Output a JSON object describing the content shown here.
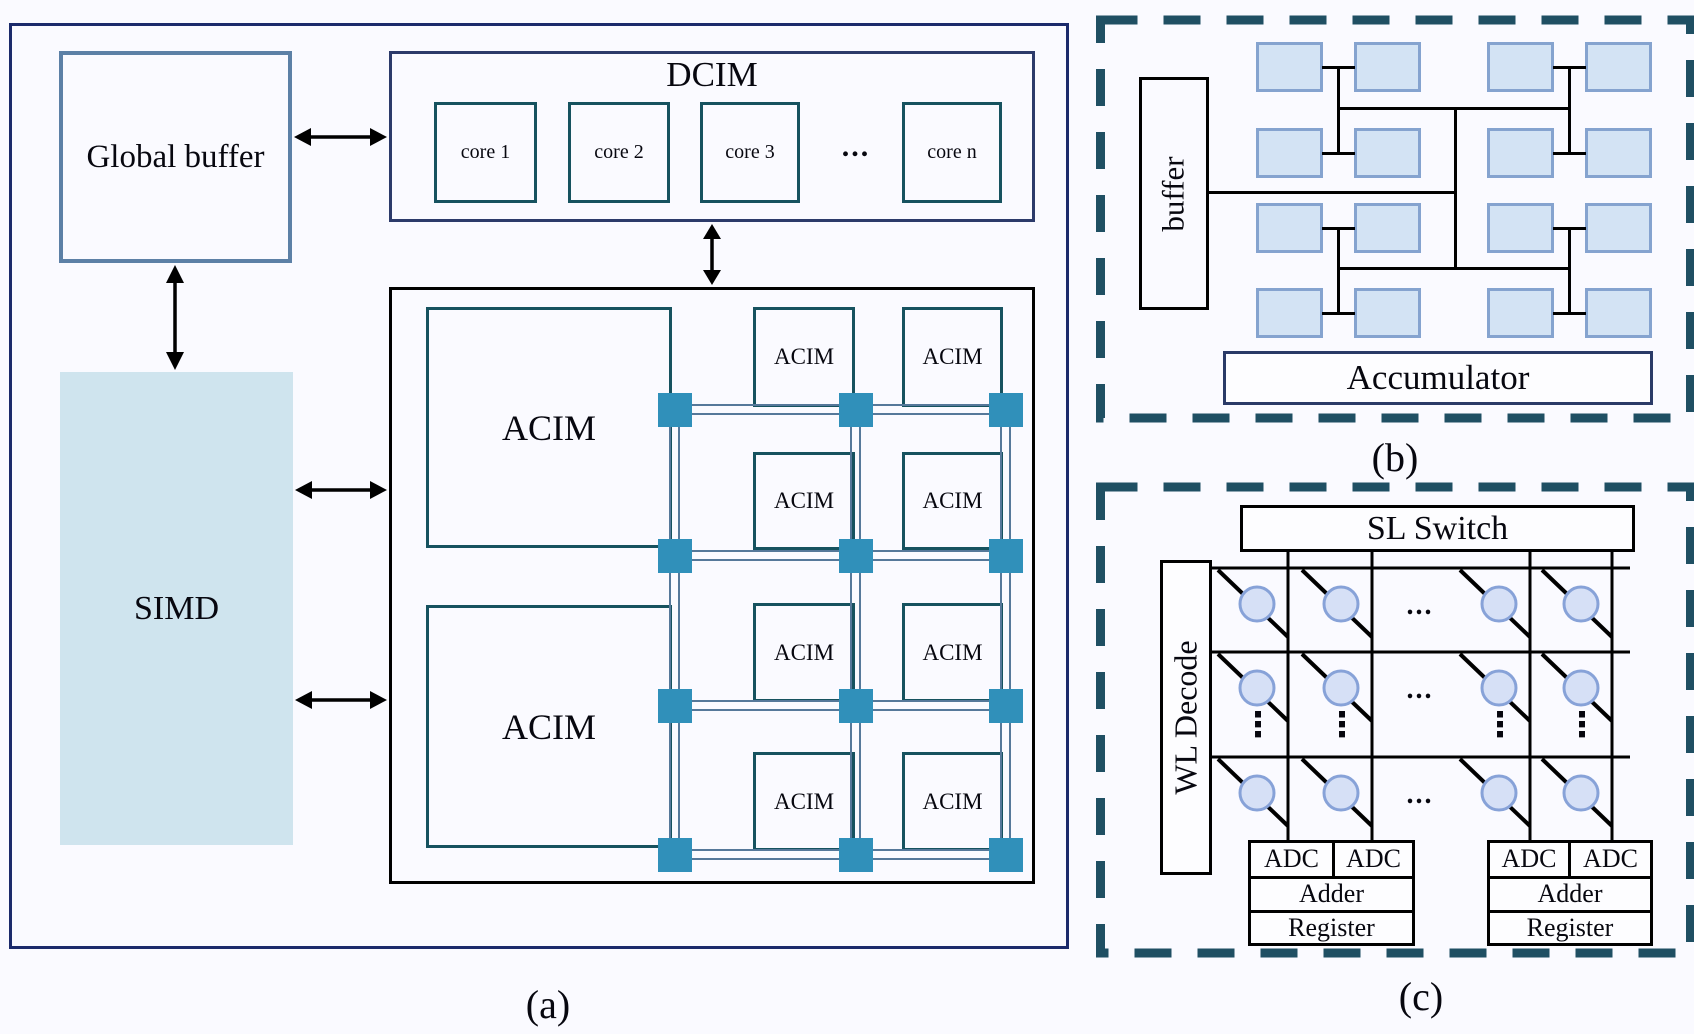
{
  "panel_a": {
    "label": "(a)",
    "global_buffer": "Global buffer",
    "simd": "SIMD",
    "acim": "ACIM",
    "dcim": {
      "title": "DCIM",
      "cores": [
        "core 1",
        "core 2",
        "core 3"
      ],
      "ellipsis": "...",
      "core_n": "core n"
    }
  },
  "panel_b": {
    "label": "(b)",
    "buffer": "buffer",
    "accumulator": "Accumulator"
  },
  "panel_c": {
    "label": "(c)",
    "sl_switch": "SL Switch",
    "wl_decode": "WL Decode",
    "adc": "ADC",
    "adder": "Adder",
    "register": "Register",
    "ellipsis_h": "...",
    "ellipsis_v": "⋮"
  },
  "colors": {
    "router_teal": "#3090ba",
    "dashed_border": "#1f4f63",
    "outer_navy": "#1b2a6b",
    "mesh_line": "#55789a",
    "simd_fill": "#cfe4ee",
    "pe_square_fill": "#d3e3f4",
    "pe_square_border": "#85a3cf",
    "cell_circle_fill": "#d6e0f6",
    "cell_circle_border": "#87a2d8",
    "teal_box_border": "#16525f",
    "global_buffer_border": "#5c80a6"
  }
}
